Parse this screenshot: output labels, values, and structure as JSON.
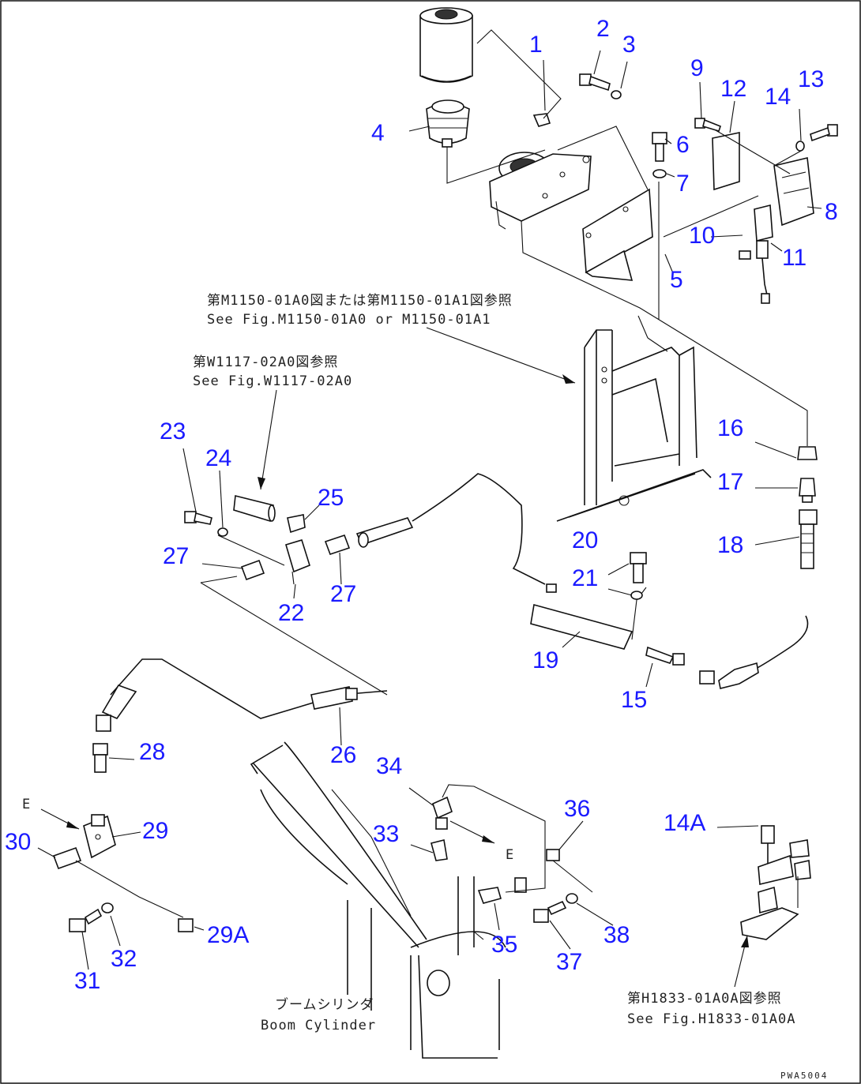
{
  "callouts": {
    "c1": "1",
    "c2": "2",
    "c3": "3",
    "c4": "4",
    "c5": "5",
    "c6": "6",
    "c7": "7",
    "c8": "8",
    "c9": "9",
    "c10": "10",
    "c11": "11",
    "c12": "12",
    "c13": "13",
    "c14": "14",
    "c14a": "14A",
    "c15": "15",
    "c16": "16",
    "c17": "17",
    "c18": "18",
    "c19": "19",
    "c20": "20",
    "c21": "21",
    "c22": "22",
    "c23": "23",
    "c24": "24",
    "c25": "25",
    "c26": "26",
    "c27a": "27",
    "c27b": "27",
    "c28": "28",
    "c29": "29",
    "c29a": "29A",
    "c30": "30",
    "c31": "31",
    "c32": "32",
    "c33": "33",
    "c34": "34",
    "c35": "35",
    "c36": "36",
    "c37": "37",
    "c38": "38"
  },
  "references": {
    "ref_m1150_jp": "第M1150-01A0図または第M1150-01A1図参照",
    "ref_m1150_en": "See Fig.M1150-01A0 or M1150-01A1",
    "ref_w1117_jp": "第W1117-02A0図参照",
    "ref_w1117_en": "See Fig.W1117-02A0",
    "ref_h1833_jp": "第H1833-01A0A図参照",
    "ref_h1833_en": "See Fig.H1833-01A0A"
  },
  "labels": {
    "boom_cylinder_jp": "ブームシリンダ",
    "boom_cylinder_en": "Boom Cylinder",
    "marker_e1": "E",
    "marker_e2": "E"
  },
  "drawing_code": "PWA5004",
  "colors": {
    "callout": "#1a1aff",
    "line": "#111111",
    "background": "#ffffff"
  }
}
